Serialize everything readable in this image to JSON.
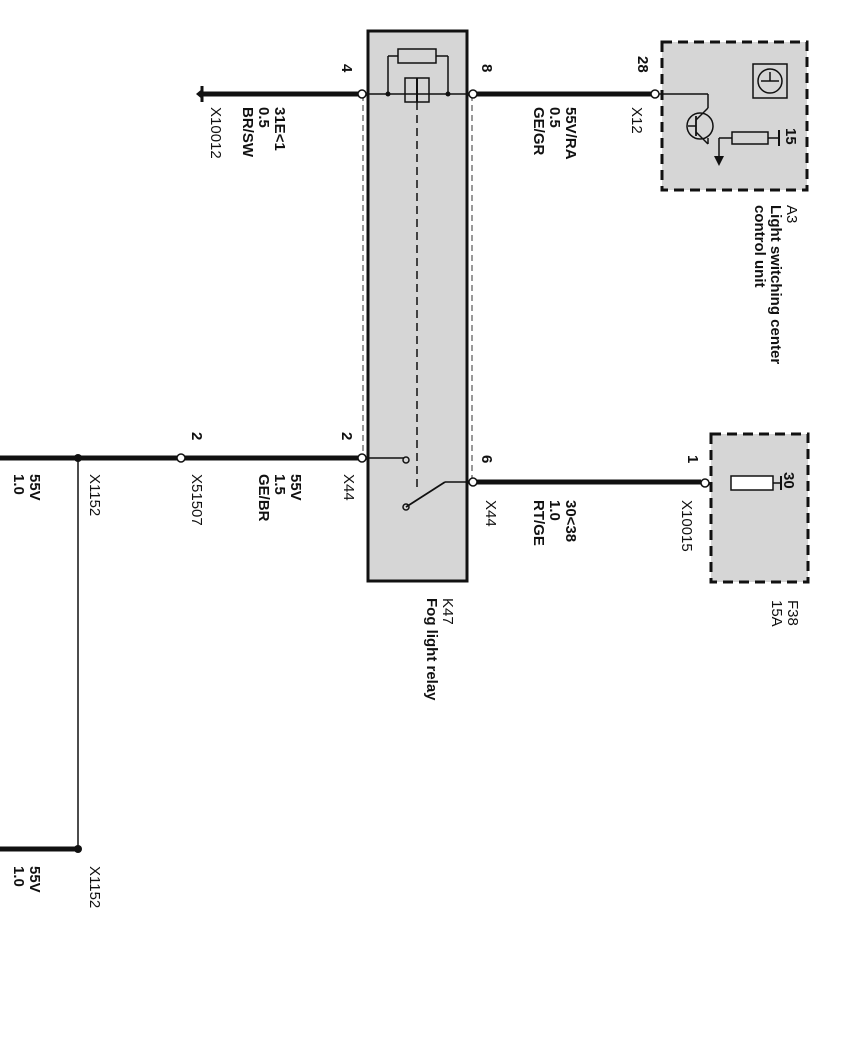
{
  "relay": {
    "id": "K47",
    "name": "Fog light relay",
    "connector": "X44",
    "pins": {
      "p4": "4",
      "p8": "8",
      "p2": "2",
      "p6": "6"
    }
  },
  "control_unit": {
    "id": "A3",
    "name_line1": "Light switching center",
    "name_line2": "control unit",
    "pin_28": "28",
    "connector": "X12",
    "terminal": "15"
  },
  "fuse": {
    "id": "F38",
    "rating": "15A",
    "pin_1": "1",
    "connector": "X10015",
    "terminal": "30"
  },
  "wires": {
    "ground": {
      "signal": "31E<1",
      "size": "0.5",
      "color": "BR/SW",
      "connector": "X10012"
    },
    "cu_relay": {
      "signal": "55V/RA",
      "size": "0.5",
      "color": "GE/GR"
    },
    "fuse_relay": {
      "signal": "30<38",
      "size": "1.0",
      "color": "RT/GE",
      "connector": "X44"
    },
    "output": {
      "signal": "55V",
      "size": "1.5",
      "color": "GE/BR",
      "connector": "X51507",
      "pin": "2"
    },
    "branch_a": {
      "signal": "55V",
      "size": "1.0",
      "connector": "X1152"
    },
    "branch_b": {
      "signal": "55V",
      "size": "1.0",
      "connector": "X1152"
    }
  }
}
